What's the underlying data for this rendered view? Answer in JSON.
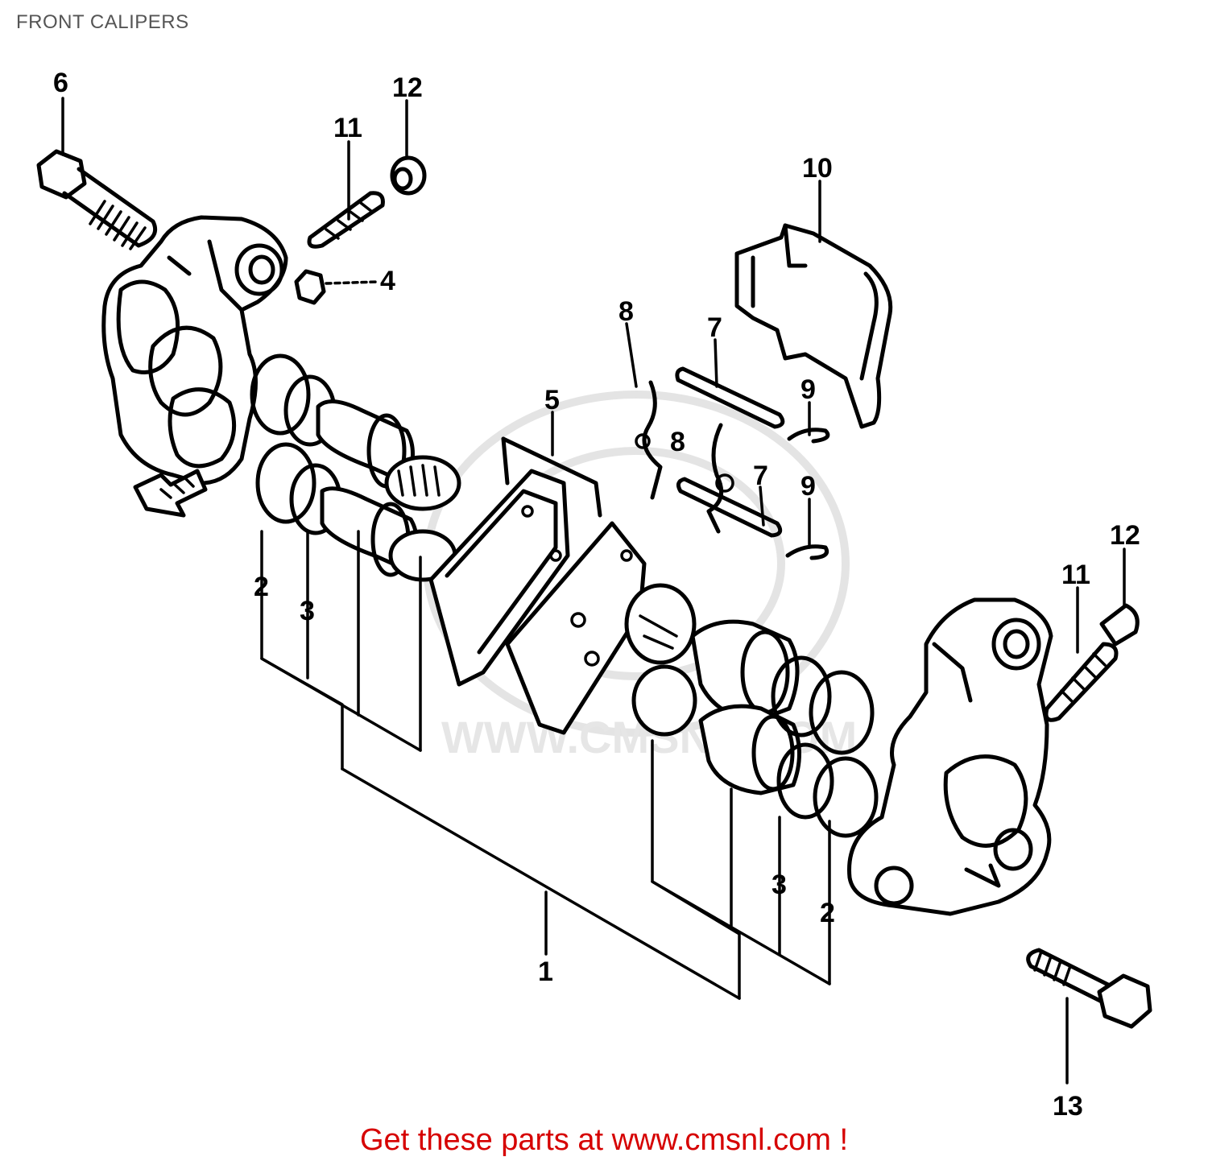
{
  "header": {
    "title": "FRONT CALIPERS"
  },
  "watermark": {
    "text": "WWW.CMSNL.COM"
  },
  "footer": {
    "text": "Get these parts at www.cmsnl.com !"
  },
  "callouts": {
    "c1": "1",
    "c2_left": "2",
    "c3_left": "3",
    "c4": "4",
    "c5": "5",
    "c6": "6",
    "c7_top": "7",
    "c7_bottom": "7",
    "c8_top": "8",
    "c8_bottom": "8",
    "c9_top": "9",
    "c9_bottom": "9",
    "c10": "10",
    "c11_left": "11",
    "c12_left": "12",
    "c11_right": "11",
    "c12_right": "12",
    "c2_right": "2",
    "c3_right": "3",
    "c13": "13"
  },
  "colors": {
    "line": "#000000",
    "footer": "#d60000",
    "title": "#555555",
    "watermark": "#e4e4e4"
  }
}
